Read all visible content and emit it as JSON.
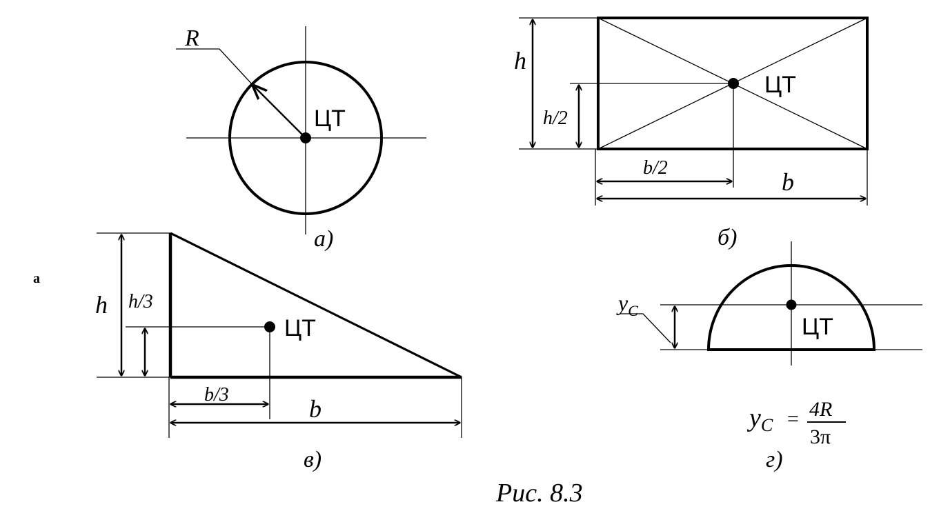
{
  "labels": {
    "centroid": "ЦТ",
    "radius": "R",
    "height": "h",
    "width": "b",
    "half_height": "h/2",
    "half_width": "b/2",
    "third_height": "h/3",
    "third_width": "b/3",
    "yc_base": "y",
    "yc_sub": "C",
    "formula_lhs_base": "y",
    "formula_lhs_sub": "C",
    "formula_eq": "=",
    "formula_num": "4R",
    "formula_den": "3π"
  },
  "captions": {
    "a": "а)",
    "b": "б)",
    "v": "в)",
    "g": "г)",
    "figure": "Рис. 8.3"
  },
  "stray_mark": "a"
}
